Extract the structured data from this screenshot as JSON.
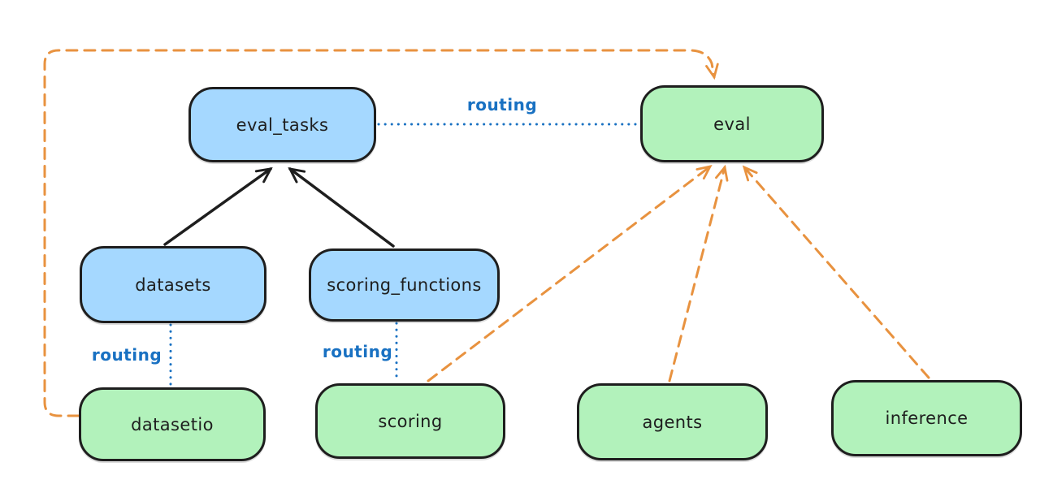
{
  "diagram": {
    "kind": "architecture-diagram",
    "nodes": [
      {
        "id": "eval_tasks",
        "label": "eval_tasks",
        "fill": "#a5d8ff",
        "group": "resource"
      },
      {
        "id": "eval",
        "label": "eval",
        "fill": "#b2f2bb",
        "group": "api"
      },
      {
        "id": "datasets",
        "label": "datasets",
        "fill": "#a5d8ff",
        "group": "resource"
      },
      {
        "id": "scoring_functions",
        "label": "scoring_functions",
        "fill": "#a5d8ff",
        "group": "resource"
      },
      {
        "id": "datasetio",
        "label": "datasetio",
        "fill": "#b2f2bb",
        "group": "api"
      },
      {
        "id": "scoring",
        "label": "scoring",
        "fill": "#b2f2bb",
        "group": "api"
      },
      {
        "id": "agents",
        "label": "agents",
        "fill": "#b2f2bb",
        "group": "api"
      },
      {
        "id": "inference",
        "label": "inference",
        "fill": "#b2f2bb",
        "group": "api"
      }
    ],
    "edges": [
      {
        "from": "eval_tasks",
        "to": "eval",
        "style": "dotted",
        "color": "#1971c2",
        "label": "routing",
        "arrow": "none"
      },
      {
        "from": "datasets",
        "to": "eval_tasks",
        "style": "solid",
        "color": "#1e1e1e",
        "arrow": "end"
      },
      {
        "from": "scoring_functions",
        "to": "eval_tasks",
        "style": "solid",
        "color": "#1e1e1e",
        "arrow": "end"
      },
      {
        "from": "datasets",
        "to": "datasetio",
        "style": "dotted",
        "color": "#1971c2",
        "label": "routing",
        "arrow": "none"
      },
      {
        "from": "scoring_functions",
        "to": "scoring",
        "style": "dotted",
        "color": "#1971c2",
        "label": "routing",
        "arrow": "none"
      },
      {
        "from": "datasetio",
        "to": "eval",
        "style": "dashed",
        "color": "#e8923f",
        "arrow": "end",
        "route": "around-top-left"
      },
      {
        "from": "scoring",
        "to": "eval",
        "style": "dashed",
        "color": "#e8923f",
        "arrow": "end"
      },
      {
        "from": "agents",
        "to": "eval",
        "style": "dashed",
        "color": "#e8923f",
        "arrow": "end"
      },
      {
        "from": "inference",
        "to": "eval",
        "style": "dashed",
        "color": "#e8923f",
        "arrow": "end"
      }
    ]
  },
  "colors": {
    "background": "#ffffff",
    "node_blue": "#a5d8ff",
    "node_green": "#b2f2bb",
    "stroke_dark": "#1e1e1e",
    "routing_blue": "#1971c2",
    "provider_orange": "#e8923f"
  }
}
